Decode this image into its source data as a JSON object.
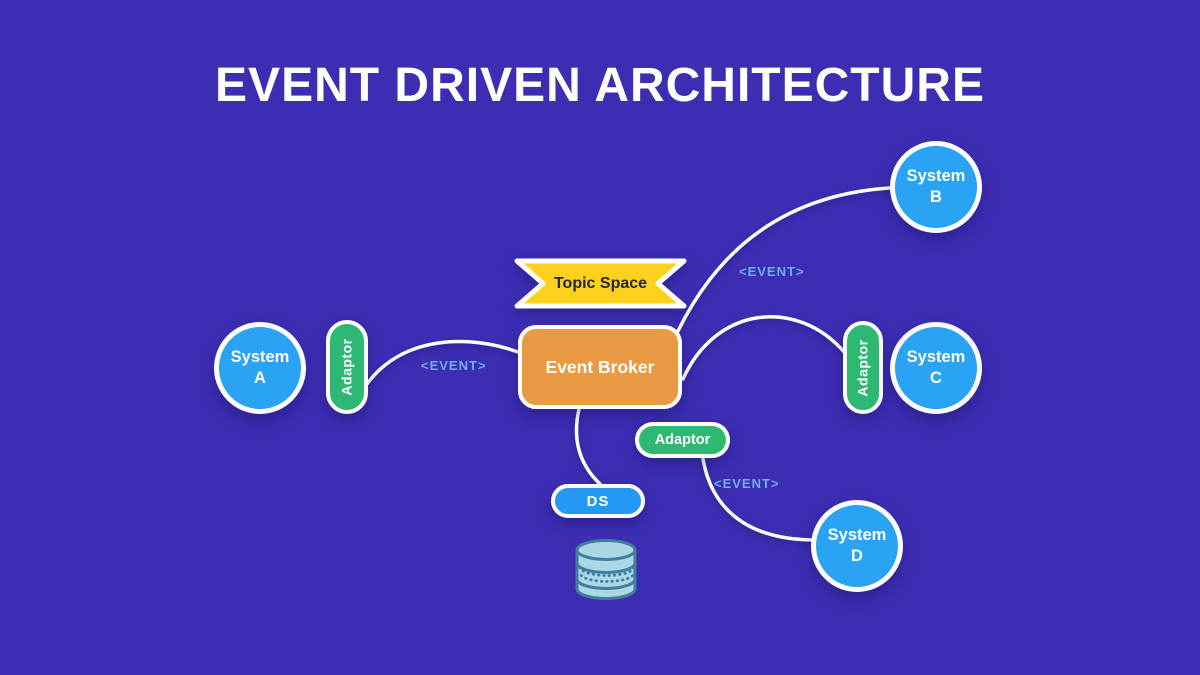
{
  "title": "EVENT DRIVEN ARCHITECTURE",
  "nodes": {
    "system_a": "System A",
    "system_b": "System B",
    "system_c": "System C",
    "system_d": "System D",
    "topic_space": "Topic Space",
    "event_broker": "Event Broker",
    "adaptor_left": "Adaptor",
    "adaptor_right": "Adaptor",
    "adaptor_bottom": "Adaptor",
    "datastore": "DS"
  },
  "edge_labels": {
    "a_to_broker": "<EVENT>",
    "broker_to_b": "<EVENT>",
    "broker_to_d": "<EVENT>"
  },
  "icons": {
    "database": "database-cylinder-icon"
  },
  "colors": {
    "background": "#3c2db3",
    "system_node": "#2aa3f4",
    "adaptor_node": "#2db873",
    "event_broker": "#ea9a43",
    "topic_space": "#fdd11d",
    "datastore_node": "#2499f4",
    "edge_label_text": "#6fafea",
    "connector": "#ffffff",
    "database_fill": "#abd7e5",
    "database_stroke": "#427e9b"
  }
}
